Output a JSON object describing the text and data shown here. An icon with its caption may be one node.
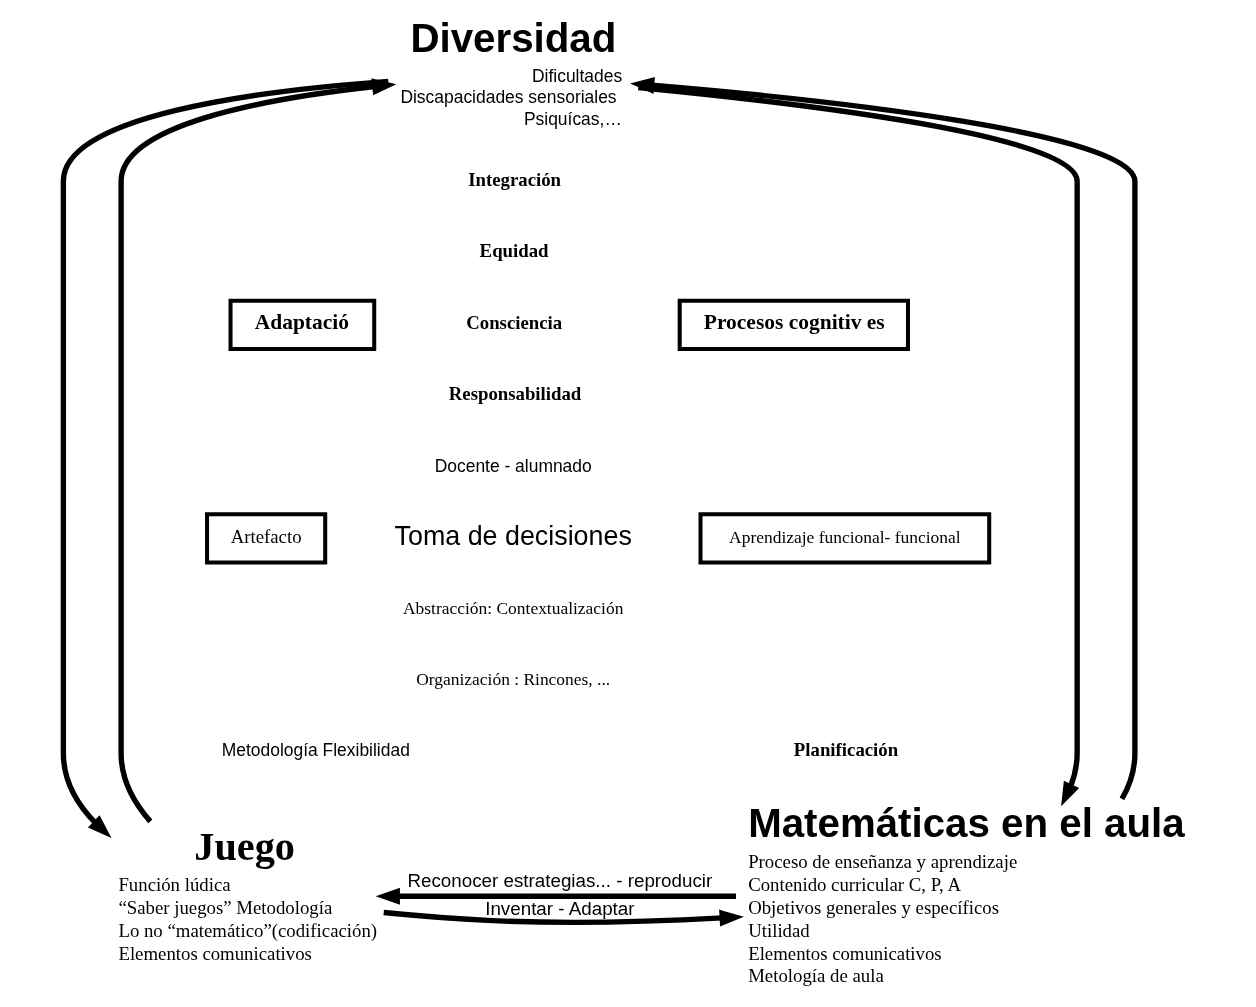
{
  "diagram": {
    "nodes": [
      {
        "text": [
          "Diversidad"
        ],
        "beside": [
          "Dificultades",
          "Discapacidades sensoriales",
          "Psiquícas,…"
        ]
      },
      {
        "text": [
          "Juego"
        ],
        "beside": [
          "Función lúdica",
          "“Saber juegos” Metodología",
          "Lo no “matemático”(codificación)",
          "Elementos comunicativos"
        ]
      },
      {
        "text": [
          "Matemáticas en el aula"
        ],
        "beside": [
          "Proceso de enseñanza y aprendizaje",
          "Contenido curricular C, P, A",
          "Objetivos generales y específicos",
          "Utilidad",
          "Elementos comunicativos",
          "Metología de aula"
        ]
      },
      {
        "text": [
          "Adaptació"
        ]
      },
      {
        "text": [
          "Procesos cognitiv es"
        ]
      },
      {
        "text": [
          "Artefacto"
        ]
      },
      {
        "text": [
          "Aprendizaje funcional- funcional"
        ]
      }
    ],
    "edges": [
      {
        "from": 0,
        "to": 1,
        "arrow": "to"
      },
      {
        "from": 1,
        "to": 0,
        "arrow": "to"
      },
      {
        "from": 0,
        "to": 2,
        "arrow": "to"
      },
      {
        "from": 2,
        "to": 0,
        "arrow": "to"
      },
      {
        "from": 2,
        "to": 1,
        "arrow": "to",
        "label": "Reconocer estrategias... - reproducir"
      },
      {
        "from": 1,
        "to": 2,
        "arrow": "to",
        "label": "Inventar - Adaptar"
      }
    ],
    "labels": [
      "Integración",
      "Equidad",
      "Consciencia",
      "Responsabilidad",
      "Docente - alumnado",
      "Toma de decisiones",
      "Abstracción: Contextualización",
      "Organización : Rincones, ...",
      "Metodología Flexibilidad",
      "Planificación"
    ]
  }
}
